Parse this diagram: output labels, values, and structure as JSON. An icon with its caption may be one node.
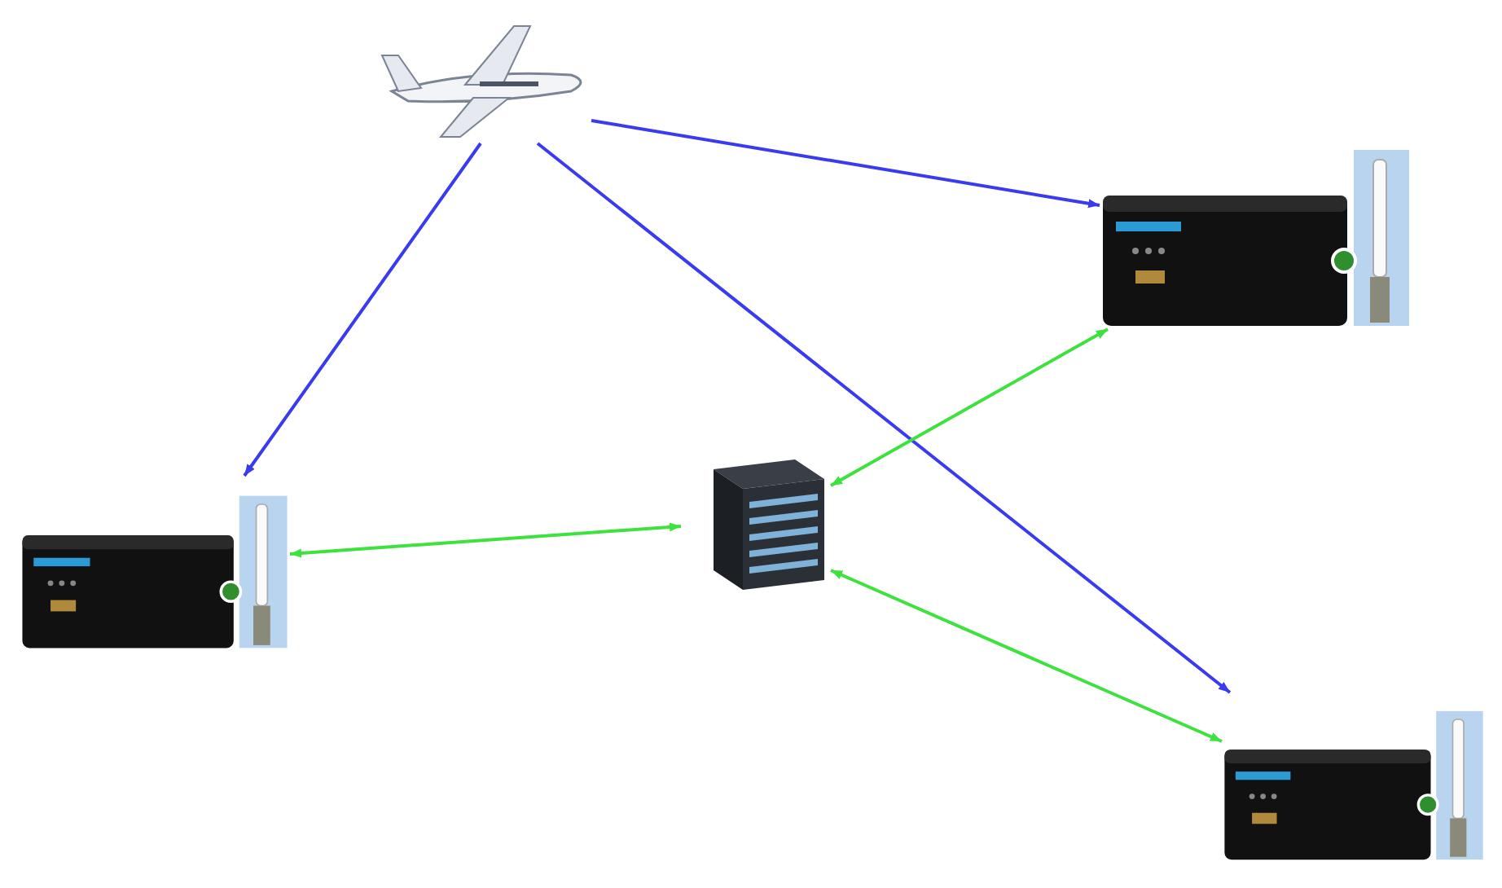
{
  "diagram": {
    "nodes": [
      {
        "text": [],
        "shape": "picture"
      },
      {
        "text": [],
        "shape": "picture"
      },
      {
        "text": [],
        "shape": "picture"
      },
      {
        "text": [],
        "shape": "picture"
      },
      {
        "text": [],
        "shape": "picture"
      }
    ],
    "edges": [
      {
        "from": 0,
        "to": 2,
        "arrow": "to",
        "color": "#3a3af0"
      },
      {
        "from": 0,
        "to": 1,
        "arrow": "to",
        "color": "#3a3af0"
      },
      {
        "from": 0,
        "to": 4,
        "arrow": "to",
        "color": "#3a3af0"
      },
      {
        "from": 2,
        "to": 3,
        "arrow": "both",
        "color": "#3ee23e"
      },
      {
        "from": 1,
        "to": 3,
        "arrow": "both",
        "color": "#3ee23e"
      },
      {
        "from": 3,
        "to": 4,
        "arrow": "both",
        "color": "#3ee23e"
      }
    ]
  }
}
